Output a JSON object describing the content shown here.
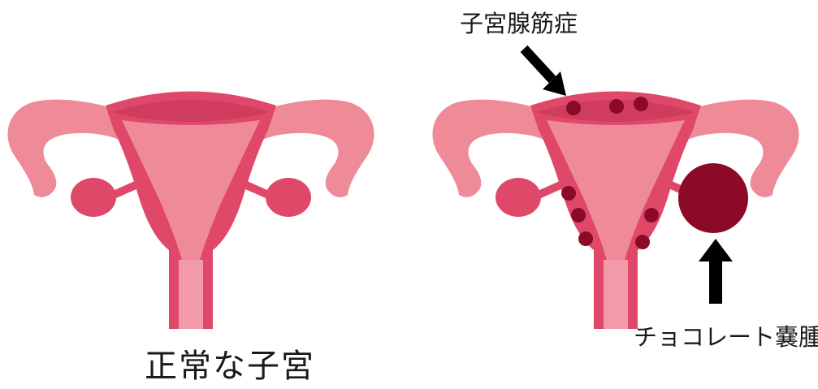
{
  "labels": {
    "normal_uterus": "正常な子宮",
    "adenomyosis": "子宮腺筋症",
    "chocolate_cyst": "チョコレート嚢腫"
  },
  "colors": {
    "uterus_light": "#ef8a98",
    "uterus_dark": "#e0486a",
    "lesion": "#8b0a26",
    "arrow": "#000000"
  }
}
